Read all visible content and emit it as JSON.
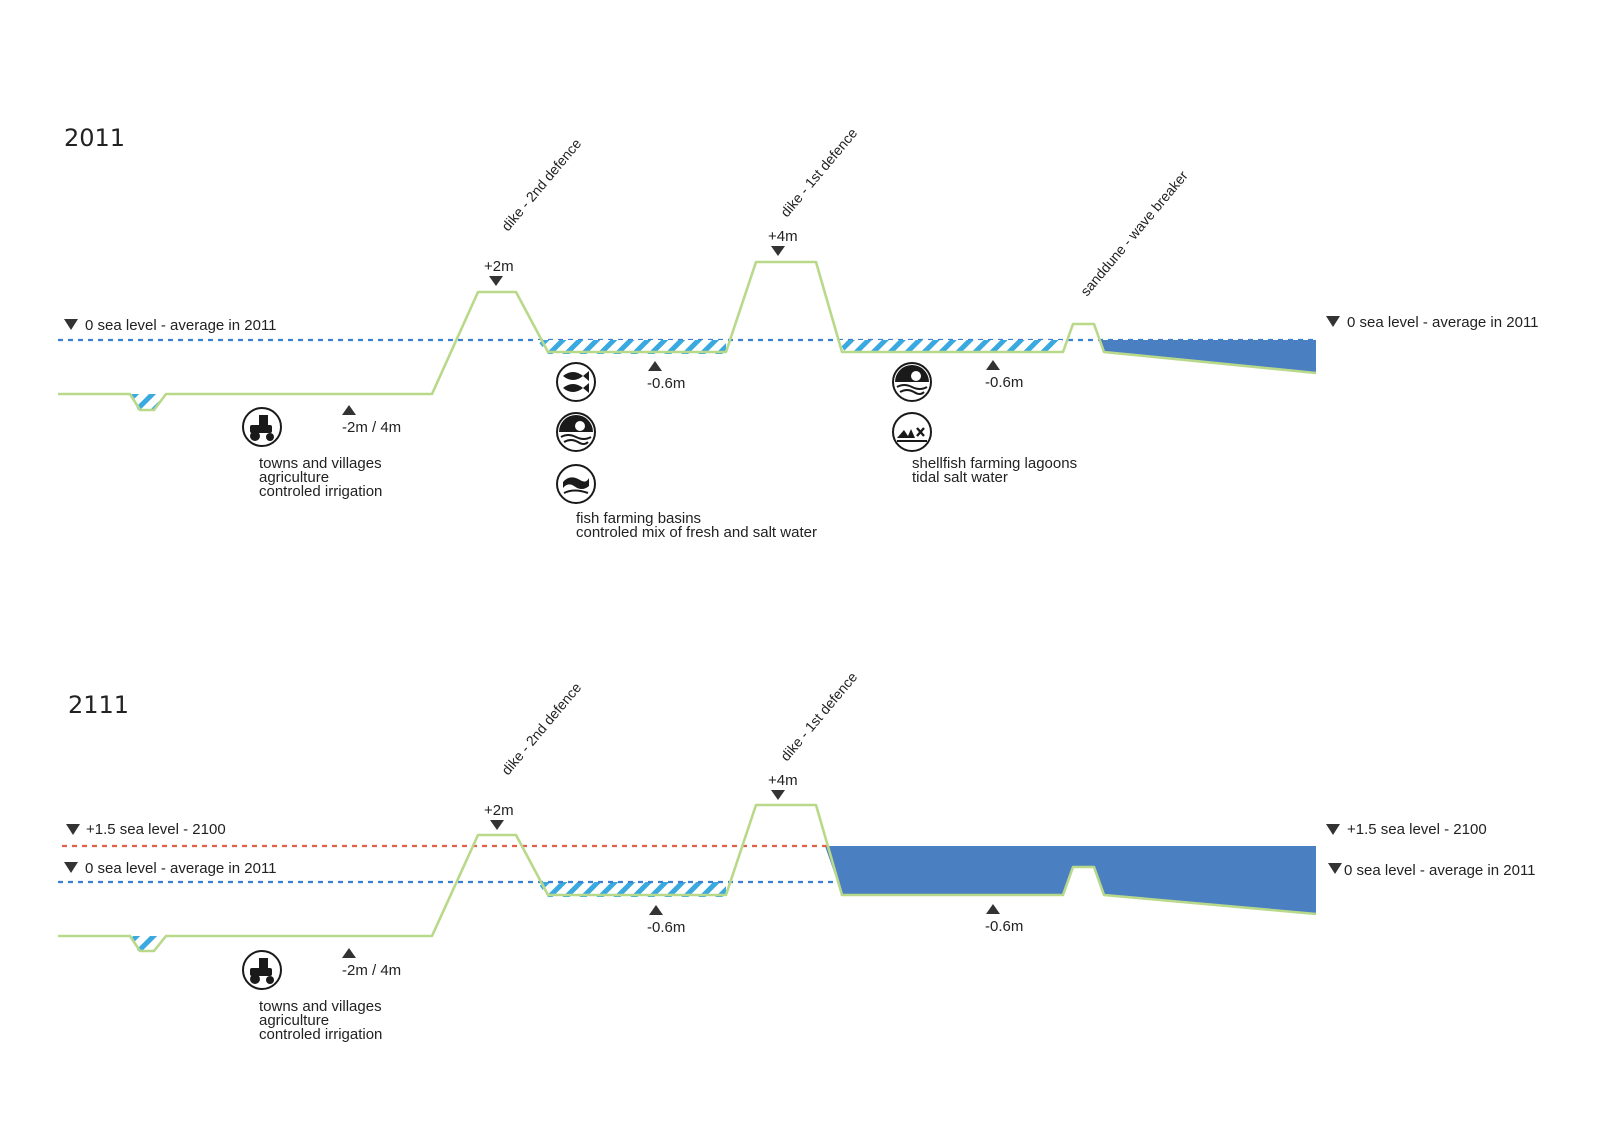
{
  "colors": {
    "ground_line": "#b9d98a",
    "water_fill": "#4a7fc1",
    "hatch_stripe": "#3aa9df",
    "sea_level_2011_dashed": "#3a7fd0",
    "sea_level_2100_dashed": "#e0604a"
  },
  "section_2011": {
    "year": "2011",
    "left_sea_level": "0 sea level - average in 2011",
    "right_sea_level": "0 sea level - average in 2011",
    "dike_2": {
      "label": "dike - 2nd defence",
      "height": "+2m"
    },
    "dike_1": {
      "label": "dike - 1st defence",
      "height": "+4m"
    },
    "sanddune": {
      "label": "sanddune - wave breaker"
    },
    "polder_depth": "-2m / 4m",
    "basin_depth": "-0.6m",
    "lagoon_depth": "-0.6m",
    "polder_text": [
      "towns and villages",
      "agriculture",
      "controled irrigation"
    ],
    "basin_text": [
      "fish farming basins",
      "controled mix of fresh and salt water"
    ],
    "lagoon_text": [
      "shellfish farming lagoons",
      "tidal salt water"
    ],
    "icons": [
      "tractor-icon",
      "fish-icon",
      "shell-icon",
      "mussel-icon",
      "shell-icon",
      "shellfish-bed-icon"
    ]
  },
  "section_2111": {
    "year": "2111",
    "left_sea_level_2100": "+1.5 sea level - 2100",
    "left_sea_level_2011": "0 sea level - average in 2011",
    "right_sea_level_2100": "+1.5 sea level - 2100",
    "right_sea_level_2011": "0 sea level - average in 2011",
    "dike_2": {
      "label": "dike - 2nd defence",
      "height": "+2m"
    },
    "dike_1": {
      "label": "dike - 1st defence",
      "height": "+4m"
    },
    "polder_depth": "-2m / 4m",
    "basin_depth": "-0.6m",
    "lagoon_depth": "-0.6m",
    "polder_text": [
      "towns and villages",
      "agriculture",
      "controled irrigation"
    ],
    "icons": [
      "tractor-icon"
    ]
  }
}
